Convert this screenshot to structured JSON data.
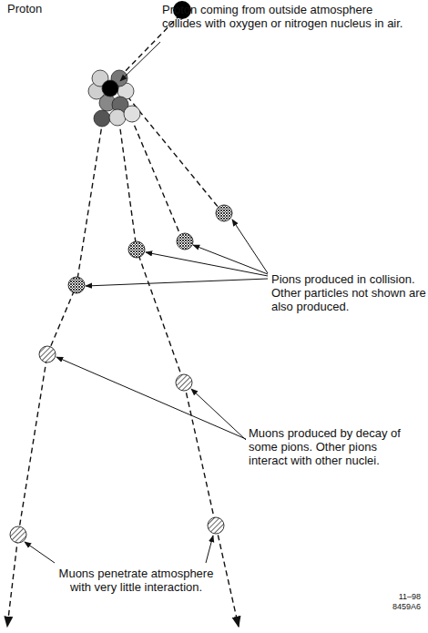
{
  "diagram": {
    "labels": [
      "Proton",
      "Proton coming from outside atmosphere collides with oxygen or nitrogen nucleus in air.",
      "Pions produced in collision. Other particles not shown are also produced.",
      "Muons produced by decay of some pions. Other pions interact with other nuclei.",
      "Muons penetrate atmosphere with very little interaction.",
      "11–98",
      "8459A6"
    ]
  }
}
